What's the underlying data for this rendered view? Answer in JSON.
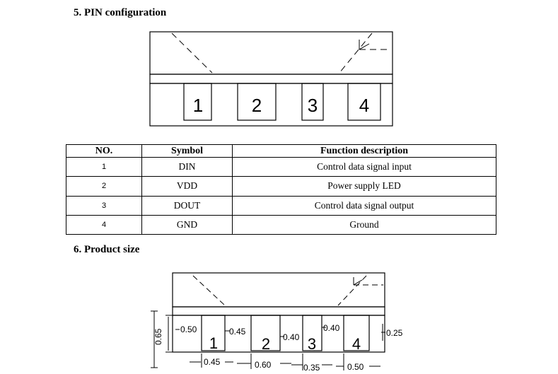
{
  "section1": {
    "title": "5. PIN configuration"
  },
  "pin_diagram": {
    "pins": [
      "1",
      "2",
      "3",
      "4"
    ]
  },
  "table": {
    "headers": [
      "NO.",
      "Symbol",
      "Function description"
    ],
    "rows": [
      [
        "1",
        "DIN",
        "Control data signal input"
      ],
      [
        "2",
        "VDD",
        "Power supply LED"
      ],
      [
        "3",
        "DOUT",
        "Control data signal output"
      ],
      [
        "4",
        "GND",
        "Ground"
      ]
    ]
  },
  "section2": {
    "title": "6. Product size"
  },
  "size_diagram": {
    "pins": [
      "1",
      "2",
      "3",
      "4"
    ],
    "dims": {
      "height": "0.65",
      "top_left": "0.50",
      "gap12": "0.45",
      "gap23": "0.40",
      "top34": "0.40",
      "right": "0.25",
      "b1": "0.45",
      "b2": "0.60",
      "b3": "0.35",
      "b4": "0.50"
    }
  }
}
